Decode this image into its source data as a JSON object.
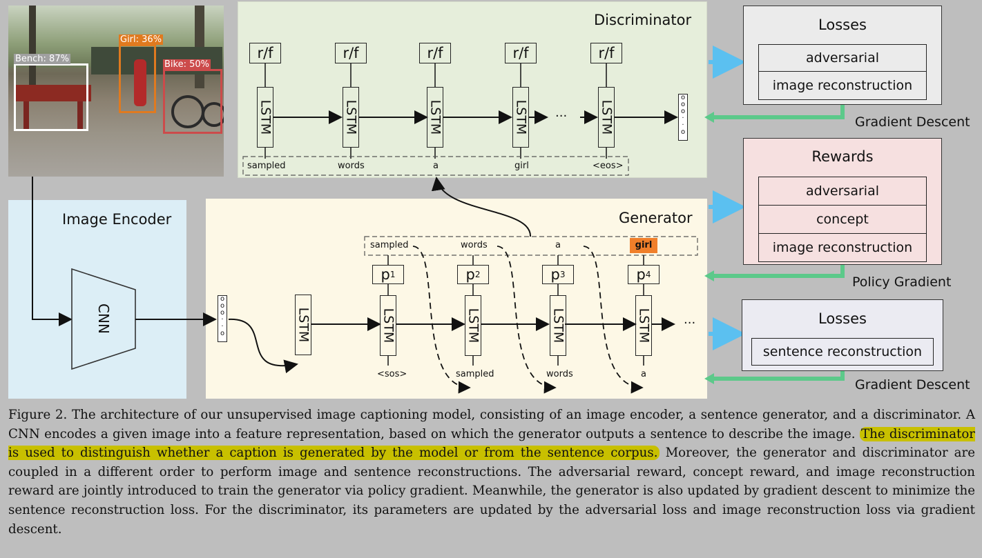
{
  "photo": {
    "detections": [
      {
        "label": "Bench: 87%",
        "color": "#ffffff"
      },
      {
        "label": "Girl: 36%",
        "color": "#e07a1f"
      },
      {
        "label": "Bike: 50%",
        "color": "#cc4b4b"
      }
    ]
  },
  "discriminator": {
    "title": "Discriminator",
    "rf_label": "r/f",
    "lstm_label": "LSTM",
    "ellipsis": "···",
    "words": [
      "sampled",
      "words",
      "a",
      "girl",
      "<eos>"
    ]
  },
  "encoder": {
    "title": "Image Encoder",
    "cnn_label": "CNN"
  },
  "generator": {
    "title": "Generator",
    "lstm_label": "LSTM",
    "ellipsis": "···",
    "sampled_words": [
      "sampled",
      "words",
      "a",
      "girl"
    ],
    "probs": [
      "p",
      "p",
      "p",
      "p"
    ],
    "prob_subs": [
      "1",
      "2",
      "3",
      "4"
    ],
    "input_words": [
      "<sos>",
      "sampled",
      "words",
      "a"
    ],
    "highlight_color": "#f07f2a"
  },
  "losses_top": {
    "title": "Losses",
    "items": [
      "adversarial",
      "image reconstruction"
    ]
  },
  "rewards": {
    "title": "Rewards",
    "items": [
      "adversarial",
      "concept",
      "image reconstruction"
    ]
  },
  "losses_bottom": {
    "title": "Losses",
    "items": [
      "sentence reconstruction"
    ]
  },
  "labels": {
    "grad_descent_top": "Gradient Descent",
    "policy_gradient": "Policy Gradient",
    "grad_descent_bottom": "Gradient Descent"
  },
  "caption": {
    "part1": "Figure 2. The architecture of our unsupervised image captioning model, consisting of an image encoder, a sentence generator, and a discriminator. A CNN encodes a given image into a feature representation, based on which the generator outputs a sentence to describe the image.",
    "highlighted": "The discriminator is used to distinguish whether a caption is generated by the model or from the sentence corpus.",
    "part2": "Moreover, the generator and discriminator are coupled in a different order to perform image and sentence reconstructions. The adversarial reward, concept reward, and image reconstruction reward are jointly introduced to train the generator via policy gradient. Meanwhile, the generator is also updated by gradient descent to minimize the sentence reconstruction loss. For the discriminator, its parameters are updated by the adversarial loss and image reconstruction loss via gradient descent."
  }
}
